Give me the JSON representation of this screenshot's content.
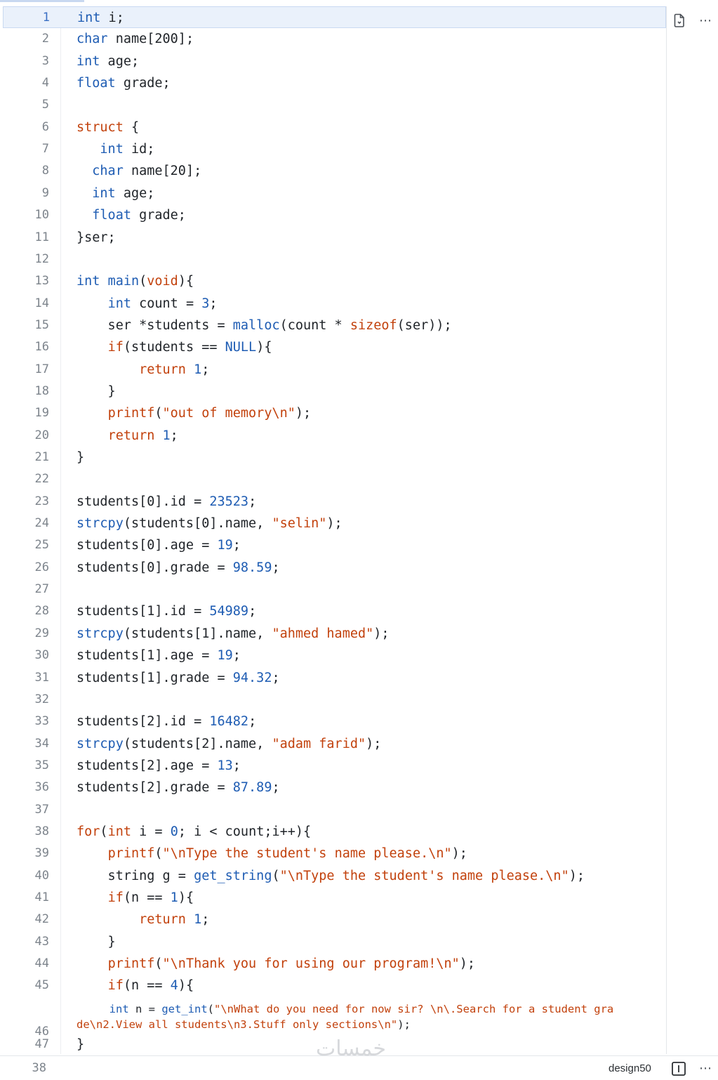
{
  "editor": {
    "lines": [
      {
        "num": "1",
        "segs": [
          [
            "k",
            "int"
          ],
          [
            "p",
            " i;"
          ]
        ]
      },
      {
        "num": "2",
        "segs": [
          [
            "k",
            "char"
          ],
          [
            "p",
            " name[200];"
          ]
        ]
      },
      {
        "num": "3",
        "segs": [
          [
            "k",
            "int"
          ],
          [
            "p",
            " age;"
          ]
        ]
      },
      {
        "num": "4",
        "segs": [
          [
            "k",
            "float"
          ],
          [
            "p",
            " grade;"
          ]
        ]
      },
      {
        "num": "5",
        "segs": []
      },
      {
        "num": "6",
        "segs": [
          [
            "r",
            "struct"
          ],
          [
            "p",
            " {"
          ]
        ]
      },
      {
        "num": "7",
        "segs": [
          [
            "p",
            "   "
          ],
          [
            "k",
            "int"
          ],
          [
            "p",
            " id;"
          ]
        ]
      },
      {
        "num": "8",
        "segs": [
          [
            "p",
            "  "
          ],
          [
            "k",
            "char"
          ],
          [
            "p",
            " name[20];"
          ]
        ]
      },
      {
        "num": "9",
        "segs": [
          [
            "p",
            "  "
          ],
          [
            "k",
            "int"
          ],
          [
            "p",
            " age;"
          ]
        ]
      },
      {
        "num": "10",
        "segs": [
          [
            "p",
            "  "
          ],
          [
            "k",
            "float"
          ],
          [
            "p",
            " grade;"
          ]
        ]
      },
      {
        "num": "11",
        "segs": [
          [
            "p",
            "}ser;"
          ]
        ]
      },
      {
        "num": "12",
        "segs": []
      },
      {
        "num": "13",
        "segs": [
          [
            "k",
            "int"
          ],
          [
            "p",
            " "
          ],
          [
            "k",
            "main"
          ],
          [
            "p",
            "("
          ],
          [
            "r",
            "void"
          ],
          [
            "p",
            "){"
          ]
        ]
      },
      {
        "num": "14",
        "segs": [
          [
            "p",
            "    "
          ],
          [
            "k",
            "int"
          ],
          [
            "p",
            " count = "
          ],
          [
            "n",
            "3"
          ],
          [
            "p",
            ";"
          ]
        ]
      },
      {
        "num": "15",
        "segs": [
          [
            "p",
            "    ser *students = "
          ],
          [
            "k",
            "malloc"
          ],
          [
            "p",
            "(count * "
          ],
          [
            "r",
            "sizeof"
          ],
          [
            "p",
            "(ser));"
          ]
        ]
      },
      {
        "num": "16",
        "segs": [
          [
            "p",
            "    "
          ],
          [
            "r",
            "if"
          ],
          [
            "p",
            "(students == "
          ],
          [
            "k",
            "NULL"
          ],
          [
            "p",
            "){"
          ]
        ]
      },
      {
        "num": "17",
        "segs": [
          [
            "p",
            "        "
          ],
          [
            "r",
            "return"
          ],
          [
            "p",
            " "
          ],
          [
            "n",
            "1"
          ],
          [
            "p",
            ";"
          ]
        ]
      },
      {
        "num": "18",
        "segs": [
          [
            "p",
            "    }"
          ]
        ]
      },
      {
        "num": "19",
        "segs": [
          [
            "p",
            "    "
          ],
          [
            "r",
            "printf"
          ],
          [
            "p",
            "("
          ],
          [
            "r",
            "\"out of memory\\n\""
          ],
          [
            "p",
            ");"
          ]
        ]
      },
      {
        "num": "20",
        "segs": [
          [
            "p",
            "    "
          ],
          [
            "r",
            "return"
          ],
          [
            "p",
            " "
          ],
          [
            "n",
            "1"
          ],
          [
            "p",
            ";"
          ]
        ]
      },
      {
        "num": "21",
        "segs": [
          [
            "p",
            "}"
          ]
        ]
      },
      {
        "num": "22",
        "segs": []
      },
      {
        "num": "23",
        "segs": [
          [
            "p",
            "students[0].id = "
          ],
          [
            "n",
            "23523"
          ],
          [
            "p",
            ";"
          ]
        ]
      },
      {
        "num": "24",
        "segs": [
          [
            "k",
            "strcpy"
          ],
          [
            "p",
            "(students[0].name, "
          ],
          [
            "r",
            "\"selin\""
          ],
          [
            "p",
            ");"
          ]
        ]
      },
      {
        "num": "25",
        "segs": [
          [
            "p",
            "students[0].age = "
          ],
          [
            "n",
            "19"
          ],
          [
            "p",
            ";"
          ]
        ]
      },
      {
        "num": "26",
        "segs": [
          [
            "p",
            "students[0].grade = "
          ],
          [
            "n",
            "98.59"
          ],
          [
            "p",
            ";"
          ]
        ]
      },
      {
        "num": "27",
        "segs": []
      },
      {
        "num": "28",
        "segs": [
          [
            "p",
            "students[1].id = "
          ],
          [
            "n",
            "54989"
          ],
          [
            "p",
            ";"
          ]
        ]
      },
      {
        "num": "29",
        "segs": [
          [
            "k",
            "strcpy"
          ],
          [
            "p",
            "(students[1].name, "
          ],
          [
            "r",
            "\"ahmed hamed\""
          ],
          [
            "p",
            ");"
          ]
        ]
      },
      {
        "num": "30",
        "segs": [
          [
            "p",
            "students[1].age = "
          ],
          [
            "n",
            "19"
          ],
          [
            "p",
            ";"
          ]
        ]
      },
      {
        "num": "31",
        "segs": [
          [
            "p",
            "students[1].grade = "
          ],
          [
            "n",
            "94.32"
          ],
          [
            "p",
            ";"
          ]
        ]
      },
      {
        "num": "32",
        "segs": []
      },
      {
        "num": "33",
        "segs": [
          [
            "p",
            "students[2].id = "
          ],
          [
            "n",
            "16482"
          ],
          [
            "p",
            ";"
          ]
        ]
      },
      {
        "num": "34",
        "segs": [
          [
            "k",
            "strcpy"
          ],
          [
            "p",
            "(students[2].name, "
          ],
          [
            "r",
            "\"adam farid\""
          ],
          [
            "p",
            ");"
          ]
        ]
      },
      {
        "num": "35",
        "segs": [
          [
            "p",
            "students[2].age = "
          ],
          [
            "n",
            "13"
          ],
          [
            "p",
            ";"
          ]
        ]
      },
      {
        "num": "36",
        "segs": [
          [
            "p",
            "students[2].grade = "
          ],
          [
            "n",
            "87.89"
          ],
          [
            "p",
            ";"
          ]
        ]
      },
      {
        "num": "37",
        "segs": []
      },
      {
        "num": "38",
        "segs": [
          [
            "r",
            "for"
          ],
          [
            "p",
            "("
          ],
          [
            "r",
            "int"
          ],
          [
            "p",
            " i = "
          ],
          [
            "n",
            "0"
          ],
          [
            "p",
            "; i < count;i++){"
          ]
        ]
      },
      {
        "num": "39",
        "segs": [
          [
            "p",
            "    "
          ],
          [
            "r",
            "printf"
          ],
          [
            "p",
            "("
          ],
          [
            "r",
            "\"\\nType the student's name please.\\n\""
          ],
          [
            "p",
            ");"
          ]
        ]
      },
      {
        "num": "40",
        "segs": [
          [
            "p",
            "    string g = "
          ],
          [
            "k",
            "get_string"
          ],
          [
            "p",
            "("
          ],
          [
            "r",
            "\"\\nType the student's name please.\\n\""
          ],
          [
            "p",
            ");"
          ]
        ]
      },
      {
        "num": "41",
        "segs": [
          [
            "p",
            "    "
          ],
          [
            "r",
            "if"
          ],
          [
            "p",
            "(n == "
          ],
          [
            "n",
            "1"
          ],
          [
            "p",
            "){"
          ]
        ]
      },
      {
        "num": "42",
        "segs": [
          [
            "p",
            "        "
          ],
          [
            "r",
            "return"
          ],
          [
            "p",
            " "
          ],
          [
            "n",
            "1"
          ],
          [
            "p",
            ";"
          ]
        ]
      },
      {
        "num": "43",
        "segs": [
          [
            "p",
            "    }"
          ]
        ]
      },
      {
        "num": "44",
        "segs": [
          [
            "p",
            "    "
          ],
          [
            "r",
            "printf"
          ],
          [
            "p",
            "("
          ],
          [
            "r",
            "\"\\nThank you for using our program!\\n\""
          ],
          [
            "p",
            ");"
          ]
        ]
      },
      {
        "num": "45",
        "segs": [
          [
            "p",
            "    "
          ],
          [
            "r",
            "if"
          ],
          [
            "p",
            "(n == "
          ],
          [
            "n",
            "4"
          ],
          [
            "p",
            "){"
          ]
        ]
      },
      {
        "num": "46",
        "wrap": true,
        "segs": [
          [
            "p",
            "     "
          ],
          [
            "k",
            "int"
          ],
          [
            "p",
            " n = "
          ],
          [
            "k",
            "get_int"
          ],
          [
            "p",
            "("
          ],
          [
            "r",
            "\"\\nWhat do you need for now sir? \\n\\.Search for a student gra"
          ]
        ],
        "segs2": [
          [
            "r",
            "de\\n2.View all students\\n3.Stuff only sections\\n\""
          ],
          [
            "p",
            ");"
          ]
        ]
      },
      {
        "num": "47",
        "segs": [
          [
            "p",
            "}"
          ]
        ]
      }
    ]
  },
  "footer": {
    "line_number": "38",
    "label": "design50"
  },
  "watermark": "خمسات",
  "icons": {
    "copy": "copy-file-icon",
    "more": "more-horizontal-icon",
    "panel": "panel-toggle-icon"
  },
  "colors": {
    "type": "#1e5cb3",
    "keyword": "#c2410c",
    "active_line": "#eaf1fb"
  }
}
